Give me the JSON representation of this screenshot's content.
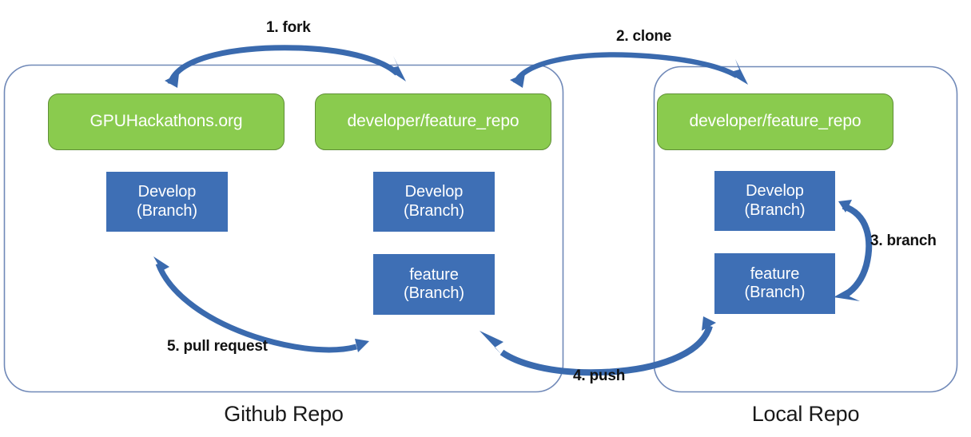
{
  "diagram": {
    "title": "Git fork / clone / branch / push / pull-request workflow",
    "colors": {
      "repo_fill": "#8ACB4E",
      "repo_stroke": "#5F8F36",
      "branch_fill": "#3E6FB5",
      "arrow": "#3A6AAE",
      "container_stroke": "#7089B8",
      "text_dark": "#111111",
      "text_light": "#FFFFFF",
      "background": "#FFFFFF"
    },
    "containers": [
      {
        "id": "github",
        "label": "Github Repo"
      },
      {
        "id": "local",
        "label": "Local Repo"
      }
    ],
    "repos": [
      {
        "id": "upstream",
        "label": "GPUHackathons.org"
      },
      {
        "id": "fork",
        "label": "developer/feature_repo"
      },
      {
        "id": "local-clone",
        "label": "developer/feature_repo"
      }
    ],
    "branches": [
      {
        "id": "upstream-develop",
        "line1": "Develop",
        "line2": "(Branch)"
      },
      {
        "id": "fork-develop",
        "line1": "Develop",
        "line2": "(Branch)"
      },
      {
        "id": "fork-feature",
        "line1": "feature",
        "line2": "(Branch)"
      },
      {
        "id": "local-develop",
        "line1": "Develop",
        "line2": "(Branch)"
      },
      {
        "id": "local-feature",
        "line1": "feature",
        "line2": "(Branch)"
      }
    ],
    "steps": [
      {
        "id": "step-1",
        "label": "1. fork"
      },
      {
        "id": "step-2",
        "label": "2. clone"
      },
      {
        "id": "step-3",
        "label": "3. branch"
      },
      {
        "id": "step-4",
        "label": "4. push"
      },
      {
        "id": "step-5",
        "label": "5. pull request"
      }
    ]
  }
}
